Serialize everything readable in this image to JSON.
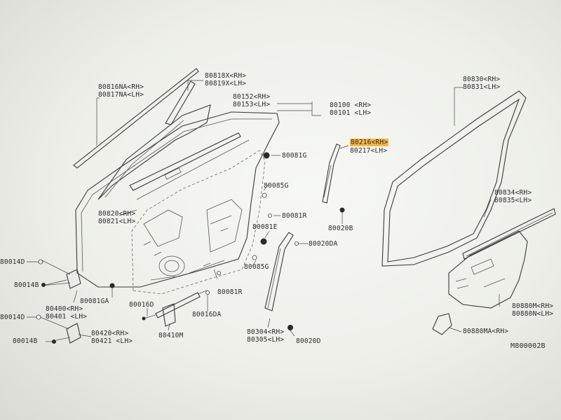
{
  "diagram": {
    "ref_code": "M800002B",
    "labels": {
      "p80816": "80816NA<RH>\n80817NA<LH>",
      "p80818": "80818X<RH>\n80819X<LH>",
      "p80152": "80152<RH>\n80153<LH>",
      "p80100": "80100 <RH>\n80101 <LH>",
      "p80830": "80830<RH>\n80831<LH>",
      "p80216": "80216<RH>",
      "p80217": "80217<LH>",
      "p80081g": "80081G",
      "p80085g_top": "80085G",
      "p80820": "80820<RH>\n80821<LH>",
      "p80081r_top": "80081R",
      "p80081e": "80081E",
      "p80020b": "80020B",
      "p80020da": "80020DA",
      "p80085g_bot": "80085G",
      "p80834": "80834<RH>\n80835<LH>",
      "p80014d_1": "80014D",
      "p80014b_1": "80014B",
      "p80081ga": "80081GA",
      "p80081r_bot": "80081R",
      "p80400": "80400<RH>\n80401 <LH>",
      "p80016d": "80016D",
      "p80016da": "80016DA",
      "p80880m": "80880M<RH>\n80880N<LH>",
      "p80014d_2": "80014D",
      "p80304": "80304<RH>\n80305<LH>",
      "p80020d": "80020D",
      "p80420": "80420<RH>\n80421 <LH>",
      "p80410m": "80410M",
      "p80014b_2": "80014B",
      "p80880ma": "80880MA<RH>"
    },
    "highlight_color": "#f6b547"
  }
}
